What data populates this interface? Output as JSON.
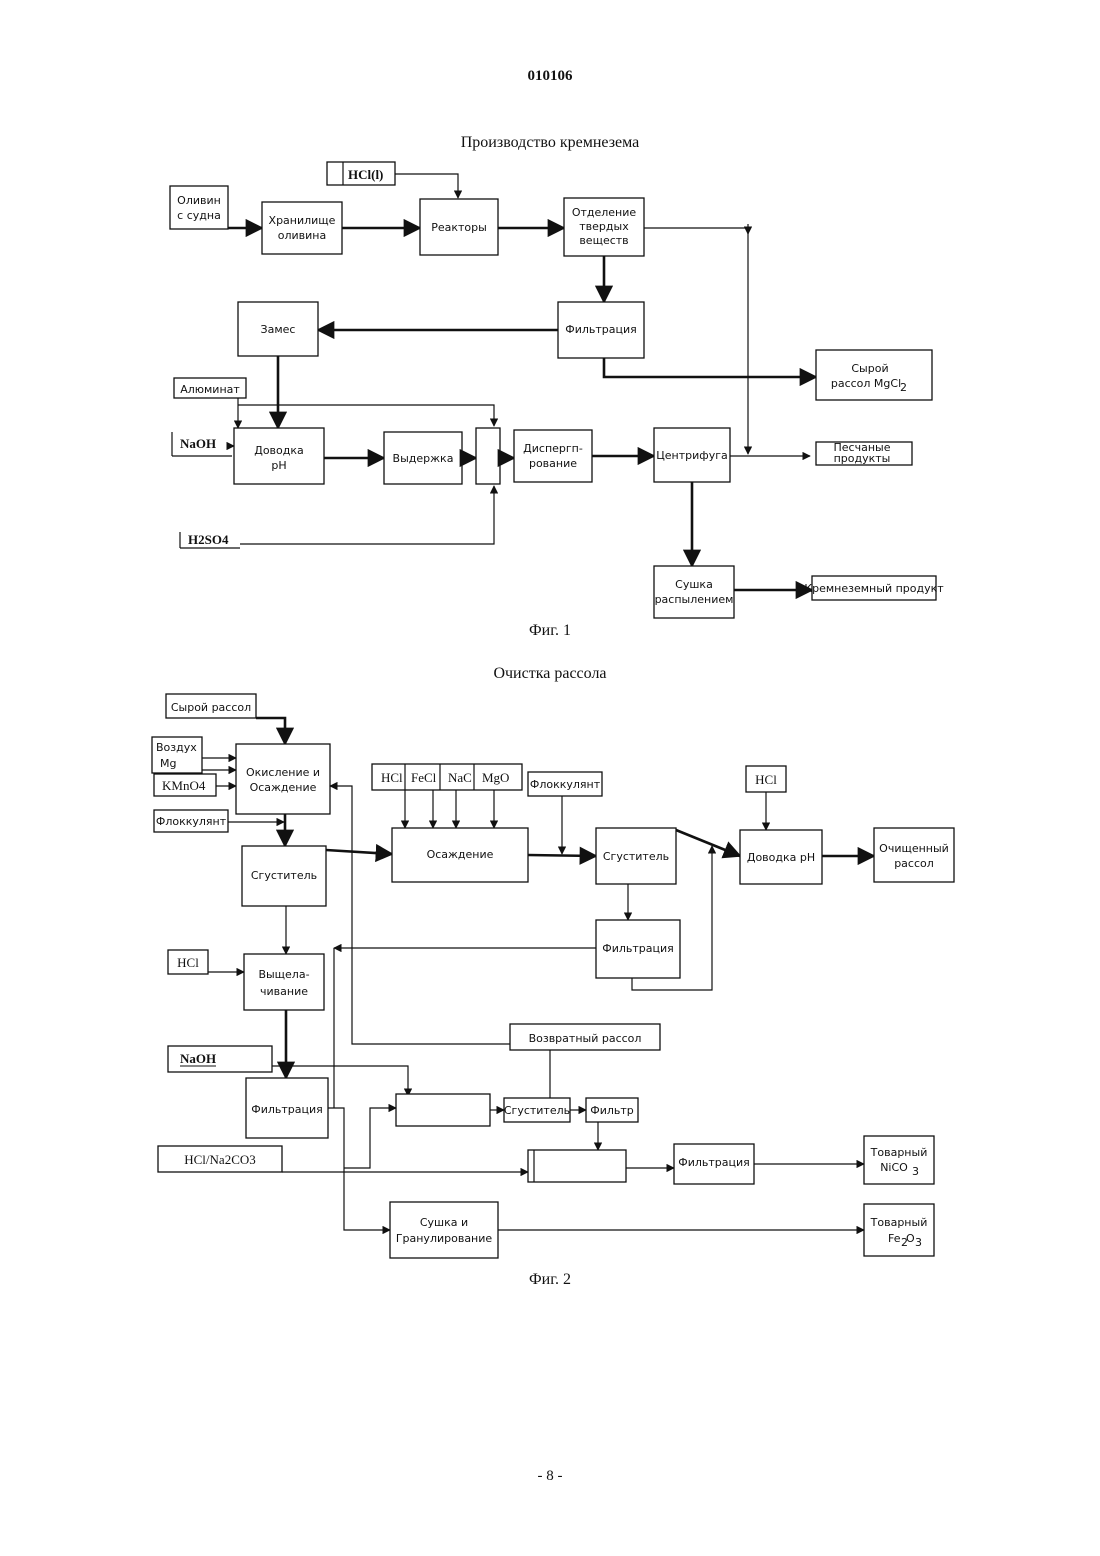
{
  "header": {
    "doc_number": "010106"
  },
  "footer": {
    "page_number": "- 8 -"
  },
  "fig1": {
    "title": "Производство кремнезема",
    "caption": "Фиг. 1",
    "inputs": {
      "hcl": "HCl(l)",
      "aluminate": "Алюминат",
      "naoh": "NaOH",
      "h2so4": "H2SO4"
    },
    "nodes": {
      "olivine_ship": [
        "Оливин",
        "с судна"
      ],
      "olivine_storage": [
        "Хранилище",
        "оливина"
      ],
      "reactors": [
        "Реакторы"
      ],
      "solids_separation": [
        "Отделение",
        "твердых",
        "веществ"
      ],
      "filtration": [
        "Фильтрация"
      ],
      "mixing": [
        "Замес"
      ],
      "raw_brine": [
        "Сырой",
        "рассол MgCl",
        "2"
      ],
      "ph_adjust": [
        "Доводка",
        "pH"
      ],
      "aging": [
        "Выдержка"
      ],
      "dispersion": [
        "Диспергп-",
        "рование"
      ],
      "centrifuge": [
        "Центрифуга"
      ],
      "sand_products": [
        "Песчаные",
        "продукты"
      ],
      "spray_drying": [
        "Сушка",
        "распылением"
      ],
      "silica_product": [
        "Кремнеземный продукт"
      ]
    }
  },
  "fig2": {
    "title": "Очистка рассола",
    "caption": "Фиг. 2",
    "inputs": {
      "raw_brine": "Сырой рассол",
      "air": "Воздух",
      "mg": "Mg",
      "kmno4": "KMnO4",
      "flocculant_left": "Флоккулянт",
      "hcl_group": [
        "HCl",
        "FeCl",
        "NaC",
        "MgO"
      ],
      "flocculant_top": "Флоккулянт",
      "hcl_top": "HCl",
      "hcl_left": "HCl",
      "naoh": "NaOH",
      "hcl_na2co3": "HCl/Na2CO3",
      "return_brine": "Возвратный рассол"
    },
    "nodes": {
      "oxidation": [
        "Окисление и",
        "Осаждение"
      ],
      "thickener_left": [
        "Сгуститель"
      ],
      "precipitation": [
        "Осаждение"
      ],
      "thickener_mid": [
        "Сгуститель"
      ],
      "ph_adjust": [
        "Доводка pH"
      ],
      "purified_brine": [
        "Очищенный",
        "рассол"
      ],
      "filtration_mid": [
        "Фильтрация"
      ],
      "leaching": [
        "Выщела-",
        "чивание"
      ],
      "filtration_left": [
        "Фильтрация"
      ],
      "thickener_small": [
        "Сгуститель"
      ],
      "filter_small": [
        "Фильтр"
      ],
      "filtration_right": [
        "Фильтрация"
      ],
      "nico3": [
        "Товарный",
        "NiCO",
        "3"
      ],
      "drying": [
        "Сушка и",
        "Гранулирование"
      ],
      "fe2o3": [
        "Товарный",
        "Fe",
        "2",
        "O",
        "3"
      ]
    }
  }
}
